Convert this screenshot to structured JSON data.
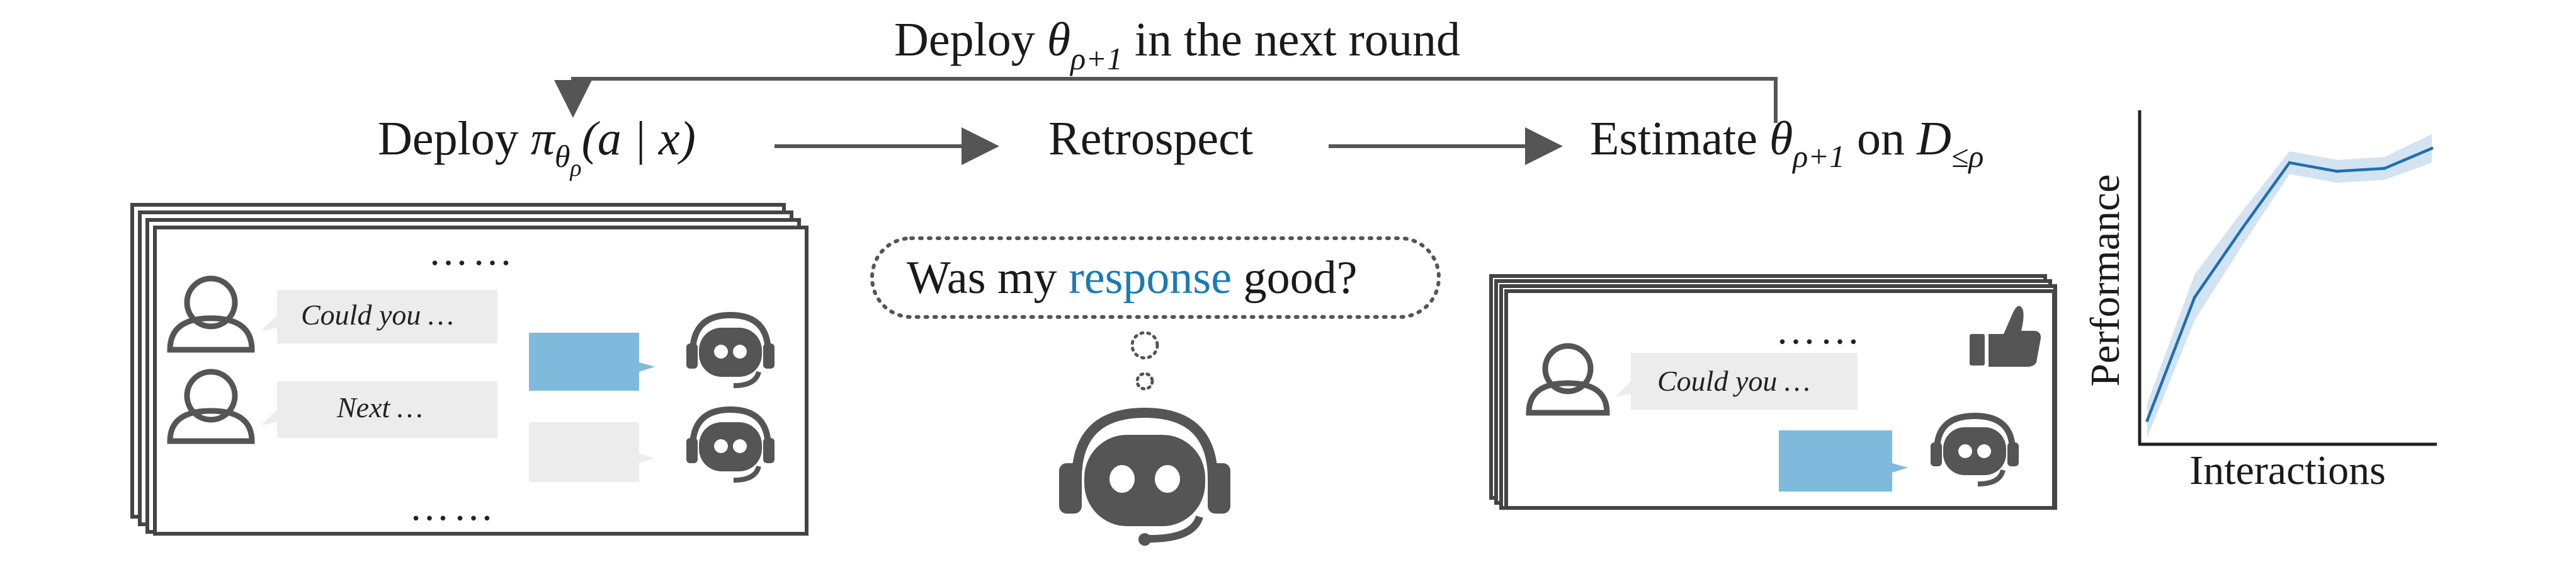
{
  "loop_label": {
    "prefix": "Deploy ",
    "theta": "θ",
    "sub": "ρ+1",
    "suffix": " in the next round"
  },
  "steps": {
    "deploy": {
      "prefix": "Deploy ",
      "pi": "π",
      "sub": "θ",
      "subsub": "ρ",
      "args": "(a | x)"
    },
    "retrospect": "Retrospect",
    "estimate": {
      "prefix": "Estimate ",
      "theta": "θ",
      "sub": "ρ+1",
      "on": " on ",
      "D": "D",
      "dsub": "≤ρ"
    }
  },
  "left_panel": {
    "top_dots": "……",
    "bottom_dots": "……",
    "bubble1": "Could you …",
    "bubble2": "Next …"
  },
  "thought": {
    "before": "Was my ",
    "highlight": "response",
    "after": " good?"
  },
  "right_panel": {
    "dots": "……",
    "bubble": "Could you …"
  },
  "chart_data": {
    "type": "line",
    "xlabel": "Interactions",
    "ylabel": "Performance",
    "x": [
      0,
      1,
      2,
      3,
      4,
      5,
      6
    ],
    "values": [
      0.05,
      0.48,
      0.72,
      0.95,
      0.92,
      0.93,
      1.0
    ],
    "band": [
      0.06,
      0.08,
      0.06,
      0.04,
      0.04,
      0.04,
      0.05
    ],
    "ylim": [
      0,
      1.1
    ],
    "grid": false,
    "colors": {
      "line": "#1f6fb2",
      "band": "#c5d9ec"
    }
  },
  "colors": {
    "accent": "#1a7bb5",
    "bubble_blue": "#7fbadc",
    "bubble_gray": "#ececec",
    "icon": "#555555",
    "box": "#444444"
  }
}
